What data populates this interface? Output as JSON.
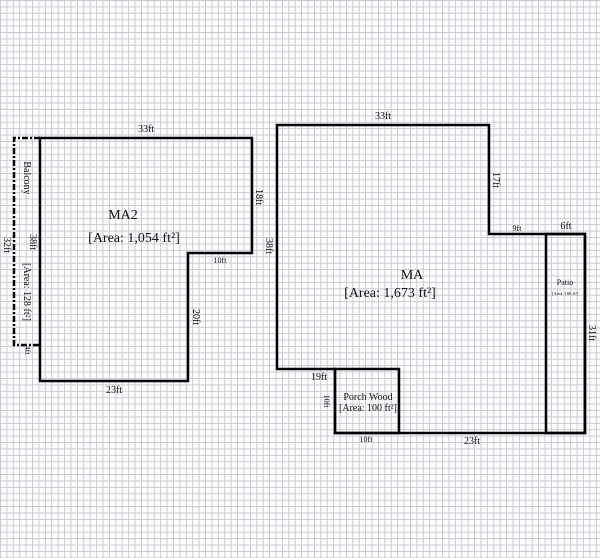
{
  "rooms": {
    "ma2": {
      "name": "MA2",
      "area": "[Area: 1,054 ft²]",
      "dims": {
        "top": "33ft",
        "right_upper": "18ft",
        "step": "10ft",
        "right_lower": "20ft",
        "bottom": "23ft",
        "left": "38ft"
      }
    },
    "balcony": {
      "name": "Balcony",
      "area": "[Area: 128 ft²]",
      "dims": {
        "left": "32ft",
        "bottom": "4ft"
      }
    },
    "ma": {
      "name": "MA",
      "area": "[Area: 1,673 ft²]",
      "dims": {
        "top": "33ft",
        "right_upper": "17ft",
        "step": "9ft",
        "left": "38ft",
        "bottom_left": "19ft",
        "bottom": "23ft"
      }
    },
    "patio": {
      "name": "Patio",
      "area": "[Area: 186 ft²]",
      "dims": {
        "top": "6ft",
        "right": "31ft"
      }
    },
    "porch": {
      "name": "Porch Wood",
      "area": "[Area: 100 ft²]",
      "dims": {
        "left": "10ft",
        "bottom": "10ft"
      }
    }
  }
}
